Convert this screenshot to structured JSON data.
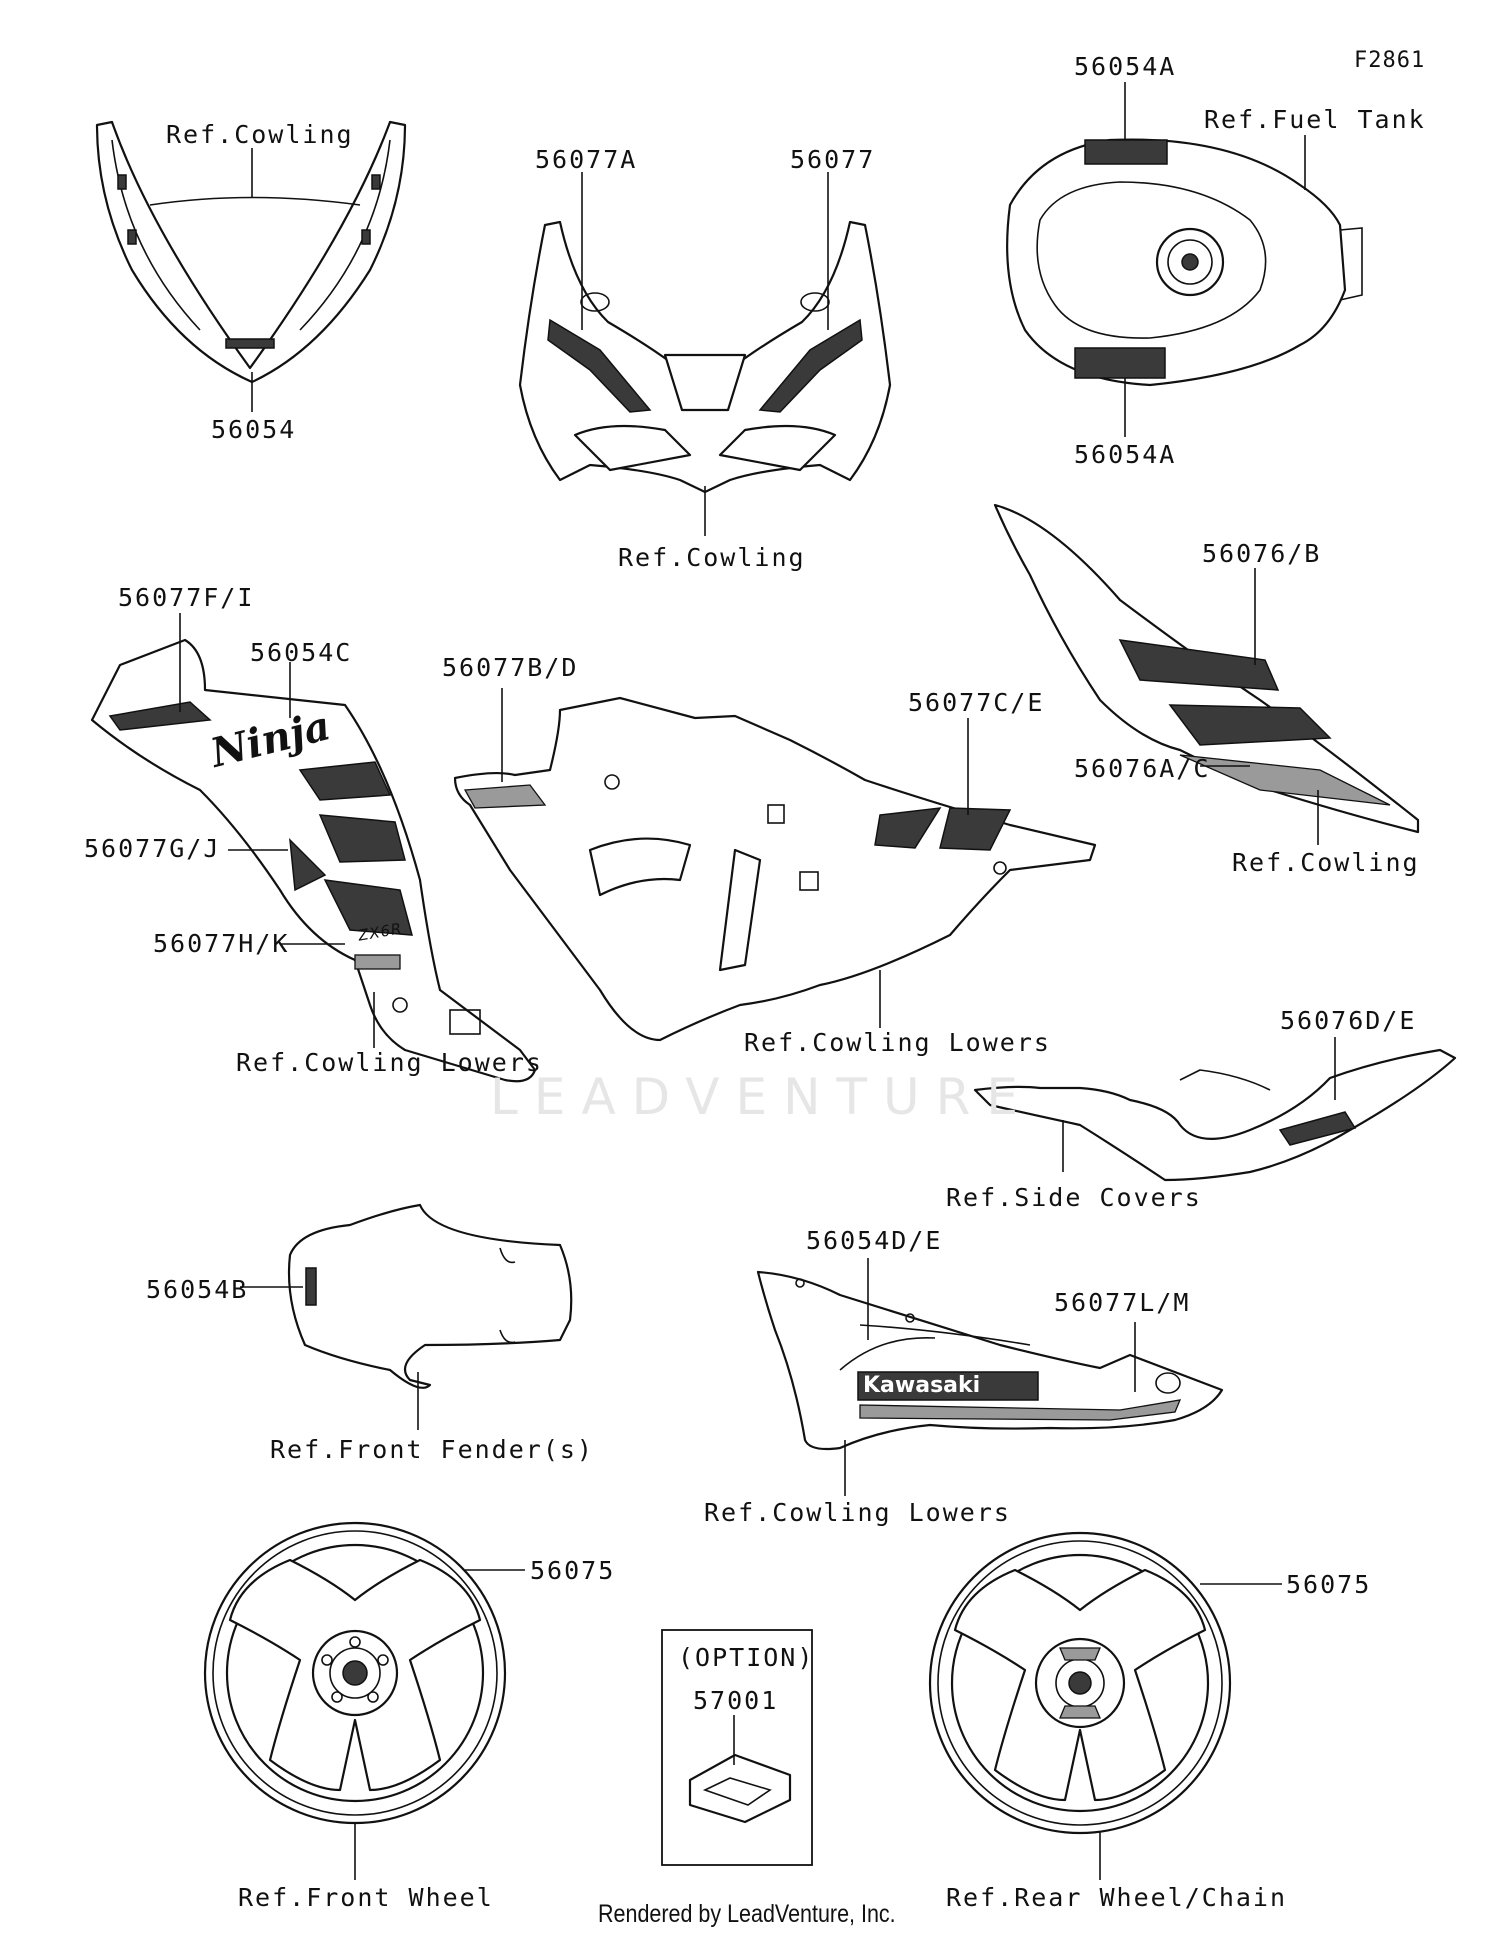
{
  "figure_code": "F2861",
  "footer": "Rendered by LeadVenture, Inc.",
  "watermark": "LEADVENTURE",
  "decal_text": {
    "ninja": "Ninja",
    "zx6r": "ZX6R",
    "kawasaki": "Kawasaki"
  },
  "labels": {
    "windscreen_ref": "Ref.Cowling",
    "windscreen_decal": "56054",
    "front_cowl_left": "56077A",
    "front_cowl_right": "56077",
    "front_cowl_ref": "Ref.Cowling",
    "tank_top": "56054A",
    "tank_ref": "Ref.Fuel Tank",
    "tank_bottom": "56054A",
    "seat_cowl_stripe": "56076/B",
    "seat_cowl_lower": "56076A/C",
    "seat_cowl_ref": "Ref.Cowling",
    "side_fairing_top": "56077F/I",
    "side_fairing_ninja": "56054C",
    "side_fairing_mid": "56077G/J",
    "side_fairing_low": "56077H/K",
    "side_fairing_ref": "Ref.Cowling Lowers",
    "mid_fairing_left": "56077B/D",
    "mid_fairing_right": "56077C/E",
    "mid_fairing_ref": "Ref.Cowling Lowers",
    "side_cover_decal": "56076D/E",
    "side_cover_ref": "Ref.Side Covers",
    "fender_decal": "56054B",
    "fender_ref": "Ref.Front Fender(s)",
    "lower_cowl_kawasaki": "56054D/E",
    "lower_cowl_stripe": "56077L/M",
    "lower_cowl_ref": "Ref.Cowling Lowers",
    "front_wheel_decal": "56075",
    "front_wheel_ref": "Ref.Front Wheel",
    "option_title": "(OPTION)",
    "option_part": "57001",
    "rear_wheel_decal": "56075",
    "rear_wheel_ref": "Ref.Rear Wheel/Chain"
  }
}
